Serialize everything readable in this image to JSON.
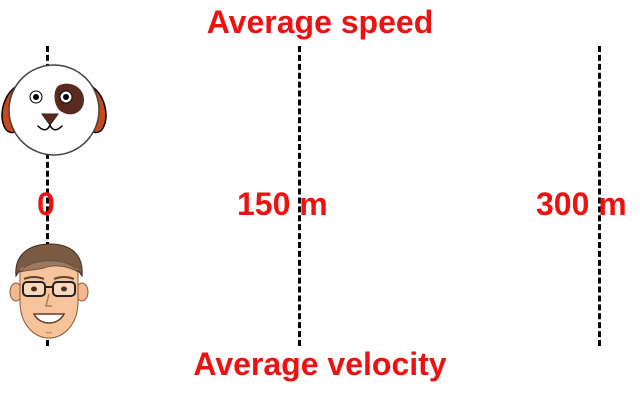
{
  "title_top": "Average speed",
  "title_bottom": "Average velocity",
  "positions": [
    {
      "label": "0",
      "value_m": 0
    },
    {
      "label": "150 m",
      "value_m": 150
    },
    {
      "label": "300 m",
      "value_m": 300
    }
  ],
  "characters": {
    "dog": "dog-face-icon",
    "man": "man-with-glasses-icon"
  },
  "colors": {
    "text": "#ee1111",
    "line": "#000000",
    "dog_ear": "#c8481c",
    "dog_patch": "#5b2a1e"
  }
}
